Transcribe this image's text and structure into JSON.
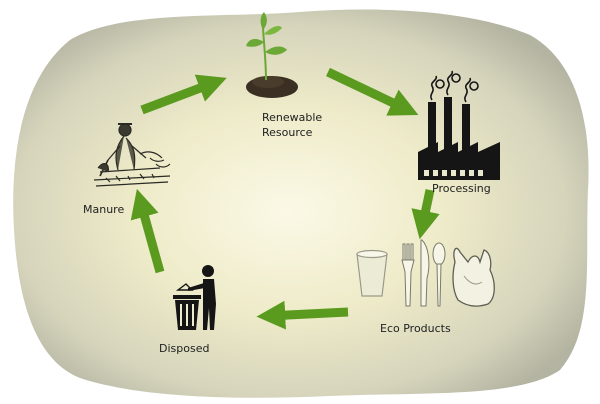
{
  "diagram": {
    "stages": [
      {
        "key": "renewable",
        "label_line1": "Renewable",
        "label_line2": "Resource",
        "icon": "seedling-icon"
      },
      {
        "key": "processing",
        "label": "Processing",
        "icon": "factory-icon"
      },
      {
        "key": "eco",
        "label": "Eco Products",
        "icon": "eco-products-icon"
      },
      {
        "key": "disposed",
        "label": "Disposed",
        "icon": "trash-bin-icon"
      },
      {
        "key": "manure",
        "label": "Manure",
        "icon": "farmer-icon"
      }
    ],
    "colors": {
      "background_glow": "#f7f4da",
      "background_edge": "#b4b4a2",
      "arrow": "#5a9a1e",
      "factory": "#151515",
      "soil": "#3a2f22",
      "leaf": "#6ca836",
      "text": "#1e1e1e"
    }
  }
}
